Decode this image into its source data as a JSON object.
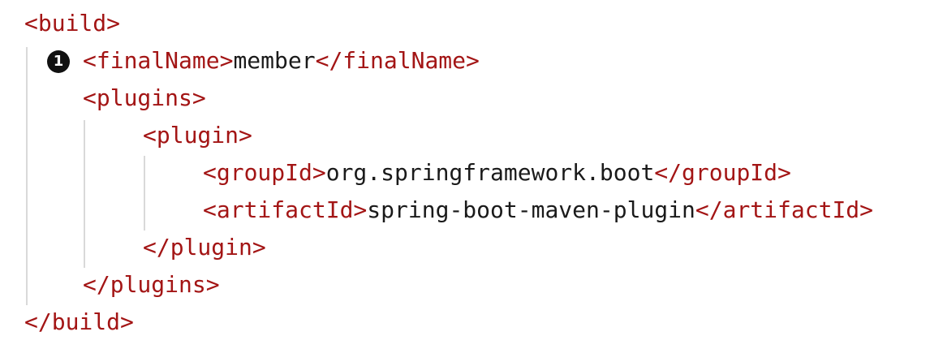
{
  "marker": {
    "label": "1"
  },
  "lines": {
    "l1": {
      "open": "<build>"
    },
    "l2": {
      "open": "<finalName>",
      "value": "member",
      "close": "</finalName>"
    },
    "l3": {
      "open": "<plugins>"
    },
    "l4": {
      "open": "<plugin>"
    },
    "l5": {
      "open": "<groupId>",
      "value": "org.springframework.boot",
      "close": "</groupId>"
    },
    "l6": {
      "open": "<artifactId>",
      "value": "spring-boot-maven-plugin",
      "close": "</artifactId>"
    },
    "l7": {
      "close": "</plugin>"
    },
    "l8": {
      "close": "</plugins>"
    },
    "l9": {
      "close": "</build>"
    }
  },
  "colors": {
    "tag": "#a31515",
    "text": "#1a1a1a",
    "guide": "#d9d9d9",
    "marker": "#111111"
  }
}
